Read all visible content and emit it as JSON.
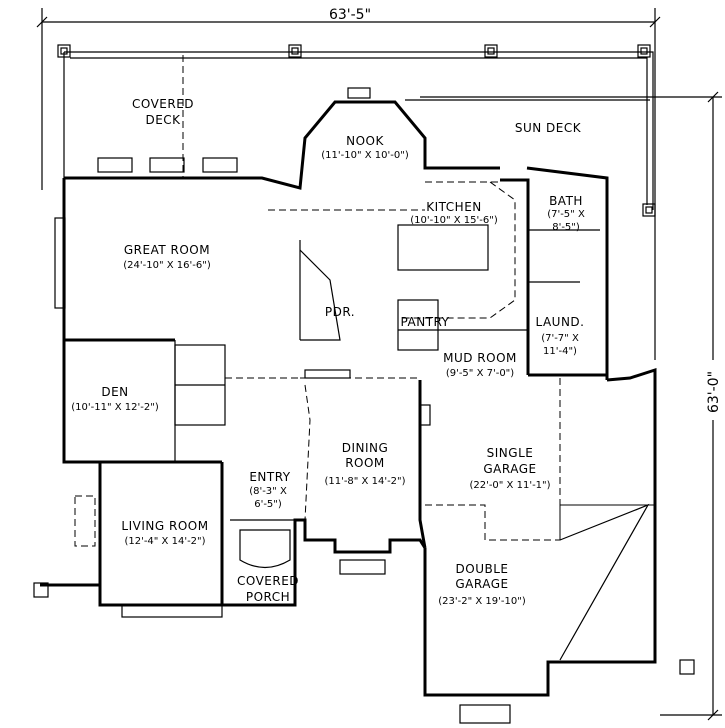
{
  "dimensions": {
    "overall_width": "63'-5\"",
    "overall_depth": "63'-0\""
  },
  "rooms": {
    "covered_deck": {
      "line1": "COVERED",
      "line2": "DECK"
    },
    "nook": {
      "name": "NOOK",
      "size": "(11'-10\" X 10'-0\")"
    },
    "sun_deck": {
      "name": "SUN DECK"
    },
    "kitchen": {
      "name": "KITCHEN",
      "size": "(10'-10\" X 15'-6\")"
    },
    "bath": {
      "name": "BATH",
      "size1": "(7'-5\" X",
      "size2": "8'-5\")"
    },
    "great_room": {
      "name": "GREAT ROOM",
      "size": "(24'-10\" X 16'-6\")"
    },
    "pdr": {
      "name": "PDR."
    },
    "pantry": {
      "name": "PANTRY"
    },
    "laundry": {
      "name": "LAUND.",
      "size1": "(7'-7\" X",
      "size2": "11'-4\")"
    },
    "mud_room": {
      "name": "MUD ROOM",
      "size": "(9'-5\" X 7'-0\")"
    },
    "den": {
      "name": "DEN",
      "size": "(10'-11\" X 12'-2\")"
    },
    "dining_room": {
      "line1": "DINING",
      "line2": "ROOM",
      "size": "(11'-8\" X 14'-2\")"
    },
    "single_garage": {
      "line1": "SINGLE",
      "line2": "GARAGE",
      "size": "(22'-0\" X 11'-1\")"
    },
    "entry": {
      "name": "ENTRY",
      "size1": "(8'-3\" X",
      "size2": "6'-5\")"
    },
    "living_room": {
      "name": "LIVING ROOM",
      "size": "(12'-4\" X 14'-2\")"
    },
    "covered_porch": {
      "line1": "COVERED",
      "line2": "PORCH"
    },
    "double_garage": {
      "line1": "DOUBLE",
      "line2": "GARAGE",
      "size": "(23'-2\" X 19'-10\")"
    }
  }
}
